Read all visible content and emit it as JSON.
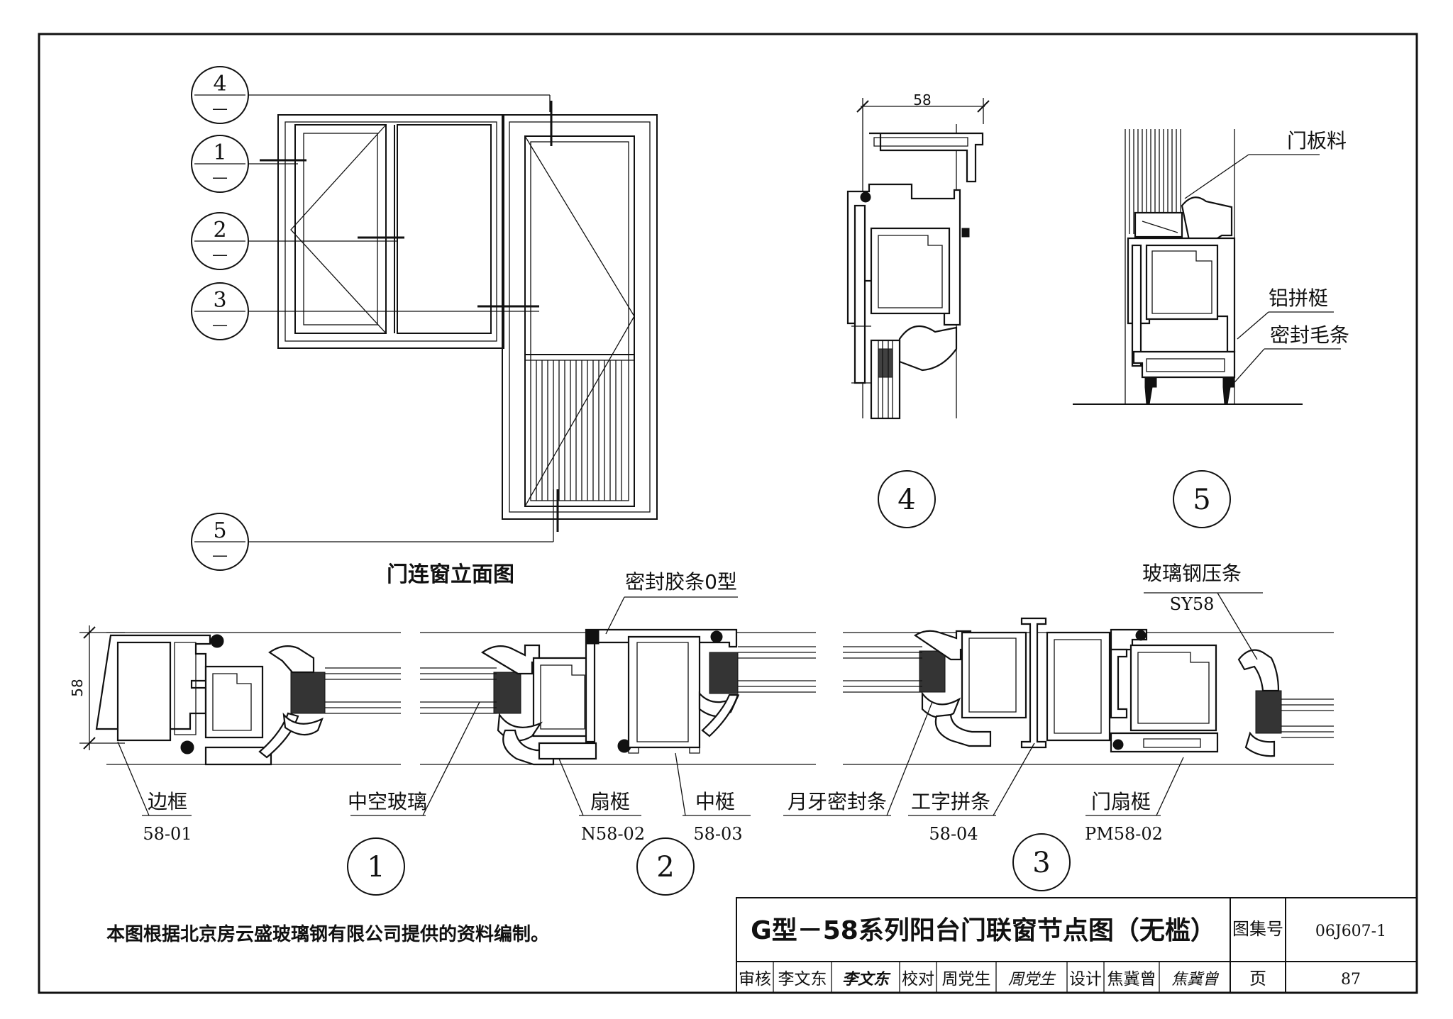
{
  "elevation": {
    "title": "门连窗立面图",
    "markers": [
      {
        "num": "4",
        "sub": "—"
      },
      {
        "num": "1",
        "sub": "—"
      },
      {
        "num": "2",
        "sub": "—"
      },
      {
        "num": "3",
        "sub": "—"
      },
      {
        "num": "5",
        "sub": "—"
      }
    ]
  },
  "details": {
    "d4": {
      "label": "4",
      "dim": "58"
    },
    "d5": {
      "label": "5",
      "callouts": [
        "门板料",
        "铝拼梃",
        "密封毛条"
      ]
    },
    "d1": {
      "label": "1",
      "dim": "58"
    },
    "d2": {
      "label": "2"
    },
    "d3": {
      "label": "3"
    }
  },
  "callouts": {
    "seal_o": "密封胶条0型",
    "frp_bead": "玻璃钢压条",
    "frp_bead_code": "SY58",
    "frame": "边框",
    "frame_code": "58-01",
    "glass": "中空玻璃",
    "sash": "扇梃",
    "sash_code": "N58-02",
    "mullion": "中梃",
    "mullion_code": "58-03",
    "crescent_seal": "月牙密封条",
    "i_joint": "工字拼条",
    "i_joint_code": "58-04",
    "door_sash": "门扇梃",
    "door_sash_code": "PM58-02"
  },
  "note": "本图根据北京房云盛玻璃钢有限公司提供的资料编制。",
  "title_block": {
    "title": "G型－58系列阳台门联窗节点图（无槛）",
    "atlas_label": "图集号",
    "atlas_no": "06J607-1",
    "page_label": "页",
    "page_no": "87",
    "review_label": "审核",
    "reviewer": "李文东",
    "reviewer_sign": "李文东",
    "check_label": "校对",
    "checker": "周党生",
    "checker_sign": "周党生",
    "design_label": "设计",
    "designer": "焦冀曾",
    "designer_sign": "焦冀曾"
  }
}
